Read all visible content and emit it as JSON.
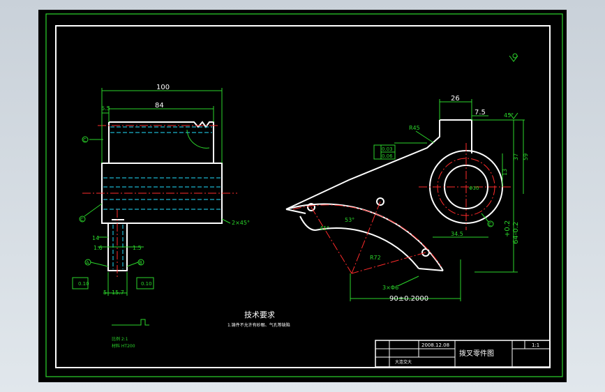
{
  "drawing": {
    "overall_length": "100",
    "bar_length": "84",
    "chamfer_top": "6.5",
    "datum_c": "C",
    "datum_a": "A",
    "datum_b": "B",
    "dim_14": "14",
    "dim_1_6": "1.6",
    "dim_1_5": "1.5",
    "dim_5": "5",
    "dim_15_7": "15.7",
    "chamfer_2x45": "2×45°",
    "tol_perp_a": "0.10",
    "tol_perp_b": "0.10",
    "width_26": "26",
    "width_7_5": "7.5",
    "angle_top": "45°",
    "height_13": "13",
    "height_37": "37",
    "height_59": "59",
    "height_64": "64-0.2",
    "tol_plus": "+0.2",
    "dim_34_5": "34.5",
    "radius_r45": "R45",
    "dim_90": "90±0.2000",
    "holes": "3×Φ6",
    "angle_53": "53°",
    "angle_45": "45°",
    "radius_r72": "R72",
    "tol_box1": "0.03",
    "tol_box2": "0.06",
    "note_bore": "Φ30",
    "tech_title": "技术要求",
    "tech_note": "1.铸件不允许有砂眼、气孔等缺陷",
    "scale_label": "比例 2:1",
    "mat_label": "材料 HT200",
    "title_block": {
      "date": "2008.12.08",
      "name": "拨叉零件图",
      "scale": "1:1",
      "school": "大连交大"
    }
  }
}
